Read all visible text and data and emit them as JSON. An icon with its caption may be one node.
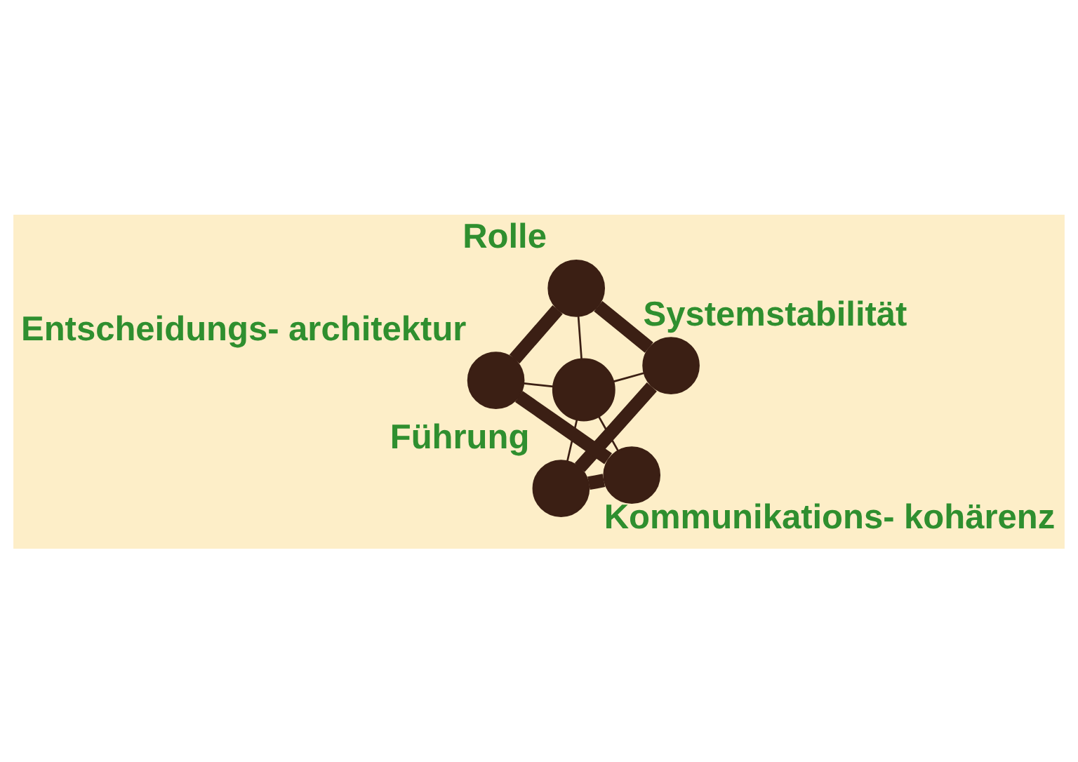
{
  "diagram": {
    "nodes": [
      {
        "text": [],
        "shape": "circle"
      },
      {
        "text": [],
        "shape": "circle",
        "beside": [
          "Systemstabilität"
        ]
      },
      {
        "text": [],
        "shape": "circle",
        "beside": [
          "Führung"
        ]
      },
      {
        "text": [],
        "shape": "circle",
        "beside": [
          "Rolle"
        ]
      },
      {
        "text": [],
        "shape": "circle",
        "beside": [
          "Kommunikations- kohärenz"
        ]
      },
      {
        "text": [],
        "shape": "circle",
        "beside": [
          "Entscheidungs- architektur"
        ]
      }
    ],
    "edges": [
      {
        "from": 0,
        "to": 1,
        "arrow": "none"
      },
      {
        "from": 0,
        "to": 3,
        "arrow": "none"
      },
      {
        "from": 0,
        "to": 5,
        "arrow": "none"
      },
      {
        "from": 0,
        "to": 4,
        "arrow": "none"
      },
      {
        "from": 0,
        "to": 2,
        "arrow": "none"
      },
      {
        "from": 1,
        "to": 3,
        "arrow": "none",
        "style": "thick"
      },
      {
        "from": 3,
        "to": 5,
        "arrow": "none",
        "style": "thick"
      },
      {
        "from": 5,
        "to": 4,
        "arrow": "none",
        "style": "thick"
      },
      {
        "from": 4,
        "to": 2,
        "arrow": "none",
        "style": "thick"
      },
      {
        "from": 2,
        "to": 1,
        "arrow": "none",
        "style": "thick"
      }
    ]
  }
}
